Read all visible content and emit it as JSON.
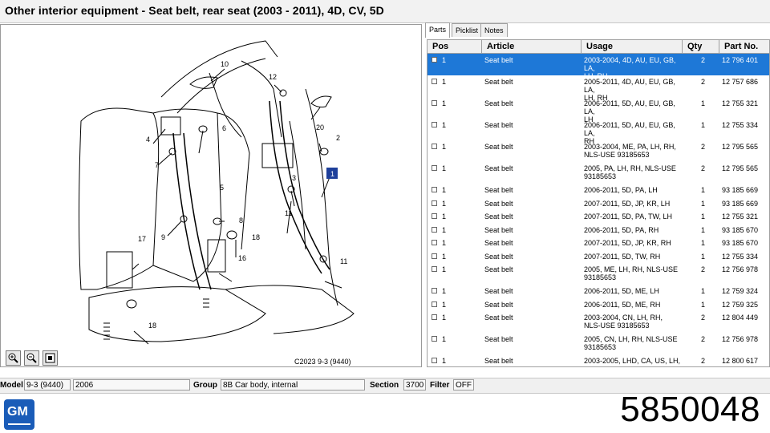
{
  "window_title": "Other interior equipment - Seat belt, rear seat   (2003 - 2011), 4D, CV, 5D",
  "tabs": [
    "Parts",
    "Picklist",
    "Notes"
  ],
  "columns": [
    "Pos",
    "Article",
    "Usage",
    "Qty",
    "Part No."
  ],
  "rows": [
    {
      "pos": "1",
      "article": "Seat belt",
      "usage": [
        "2003-2004, 4D, AU, EU, GB, LA,",
        "LH, RH"
      ],
      "qty": "2",
      "part": "12 796 401",
      "selected": true
    },
    {
      "pos": "1",
      "article": "Seat belt",
      "usage": [
        "2005-2011, 4D, AU, EU, GB, LA,",
        "LH, RH"
      ],
      "qty": "2",
      "part": "12 757 686"
    },
    {
      "pos": "1",
      "article": "Seat belt",
      "usage": [
        "2006-2011, 5D, AU, EU, GB, LA,",
        "LH"
      ],
      "qty": "1",
      "part": "12 755 321"
    },
    {
      "pos": "1",
      "article": "Seat belt",
      "usage": [
        "2006-2011, 5D, AU, EU, GB, LA,",
        "RH"
      ],
      "qty": "1",
      "part": "12 755 334"
    },
    {
      "pos": "1",
      "article": "Seat belt",
      "usage": [
        "2003-2004, ME, PA, LH, RH,",
        "NLS-USE 93185653"
      ],
      "qty": "2",
      "part": "12 795 565"
    },
    {
      "pos": "1",
      "article": "Seat belt",
      "usage": [
        "2005, PA, LH, RH, NLS-USE",
        "93185653"
      ],
      "qty": "2",
      "part": "12 795 565"
    },
    {
      "pos": "1",
      "article": "Seat belt",
      "usage": [
        "2006-2011, 5D, PA, LH"
      ],
      "qty": "1",
      "part": "93 185 669"
    },
    {
      "pos": "1",
      "article": "Seat belt",
      "usage": [
        "2007-2011, 5D, JP, KR, LH"
      ],
      "qty": "1",
      "part": "93 185 669"
    },
    {
      "pos": "1",
      "article": "Seat belt",
      "usage": [
        "2007-2011, 5D, PA, TW, LH"
      ],
      "qty": "1",
      "part": "12 755 321"
    },
    {
      "pos": "1",
      "article": "Seat belt",
      "usage": [
        "2006-2011, 5D, PA, RH"
      ],
      "qty": "1",
      "part": "93 185 670"
    },
    {
      "pos": "1",
      "article": "Seat belt",
      "usage": [
        "2007-2011, 5D, JP, KR, RH"
      ],
      "qty": "1",
      "part": "93 185 670"
    },
    {
      "pos": "1",
      "article": "Seat belt",
      "usage": [
        "2007-2011, 5D, TW, RH"
      ],
      "qty": "1",
      "part": "12 755 334"
    },
    {
      "pos": "1",
      "article": "Seat belt",
      "usage": [
        "2005, ME, LH, RH, NLS-USE",
        "93185653"
      ],
      "qty": "2",
      "part": "12 756 978"
    },
    {
      "pos": "1",
      "article": "Seat belt",
      "usage": [
        "2006-2011, 5D, ME, LH"
      ],
      "qty": "1",
      "part": "12 759 324"
    },
    {
      "pos": "1",
      "article": "Seat belt",
      "usage": [
        "2006-2011, 5D, ME, RH"
      ],
      "qty": "1",
      "part": "12 759 325"
    },
    {
      "pos": "1",
      "article": "Seat belt",
      "usage": [
        "2003-2004, CN, LH, RH,",
        "NLS-USE 93185653"
      ],
      "qty": "2",
      "part": "12 804 449"
    },
    {
      "pos": "1",
      "article": "Seat belt",
      "usage": [
        "2005, CN, LH, RH, NLS-USE",
        "93185653"
      ],
      "qty": "2",
      "part": "12 756 978"
    },
    {
      "pos": "1",
      "article": "Seat belt",
      "usage": [
        "2003-2005, LHD, CA, US, LH,"
      ],
      "qty": "2",
      "part": "12 800 617"
    }
  ],
  "callouts": [
    "1",
    "2",
    "3",
    "4",
    "5",
    "6",
    "7",
    "8",
    "9",
    "10",
    "11",
    "11",
    "12",
    "16",
    "17",
    "18",
    "18",
    "20"
  ],
  "copyright": "C2023 9-3 (9440)",
  "status": {
    "model_label": "Model",
    "model_value": "9-3 (9440)",
    "year_value": "2006",
    "group_label": "Group",
    "group_value": "8B Car body, internal",
    "section_label": "Section",
    "section_value": "3700",
    "filter_label": "Filter",
    "filter_value": "OFF"
  },
  "logo_text": "GM",
  "part_number": "5850048"
}
